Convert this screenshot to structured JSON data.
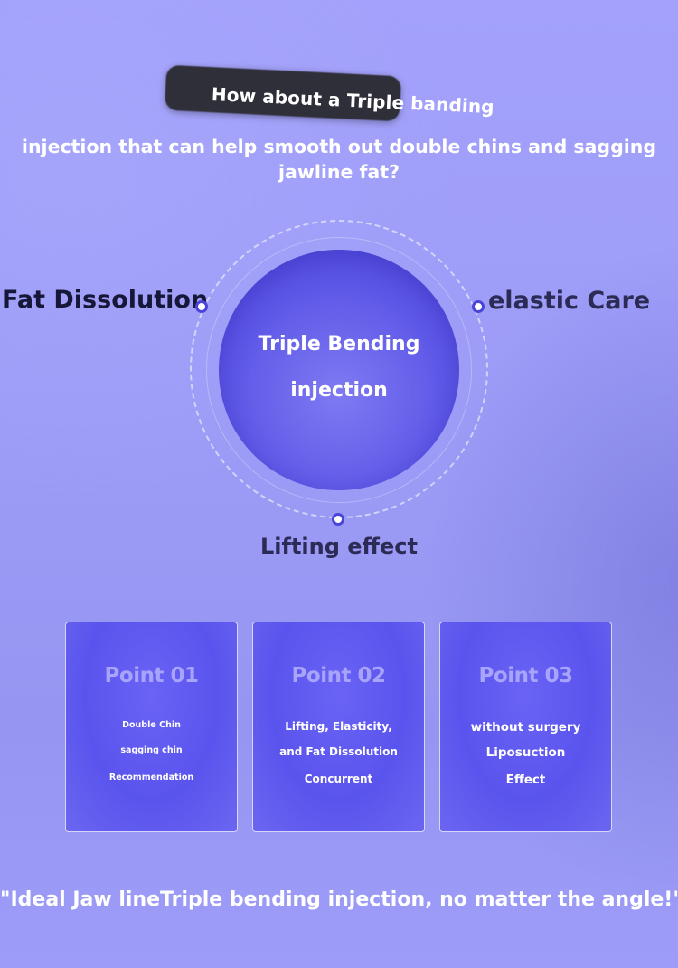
{
  "header": {
    "headline_line1": "How about a Triple banding",
    "headline_line2": "injection that can help smooth out double chins and sagging jawline fat?"
  },
  "center": {
    "line1": "Triple Bending",
    "line2": "injection"
  },
  "features": {
    "left": "Fat Dissolution",
    "right": "elastic Care",
    "bottom": "Lifting effect"
  },
  "cards": [
    {
      "title": "Point 01",
      "lines": [
        "Double Chin",
        "sagging chin",
        "Recommendation"
      ]
    },
    {
      "title": "Point 02",
      "lines": [
        "Lifting, Elasticity,",
        "and Fat Dissolution",
        "Concurrent"
      ]
    },
    {
      "title": "Point 03",
      "lines": [
        "without surgery",
        "Liposuction",
        "Effect"
      ]
    }
  ],
  "footer": {
    "tagline": "\"Ideal Jaw lineTriple bending injection, no matter the angle!\""
  },
  "colors": {
    "background": "#a3a1fb",
    "accent": "#5f59e8",
    "card_title": "#a8a4fb",
    "dark_text": "#2b2b55"
  }
}
